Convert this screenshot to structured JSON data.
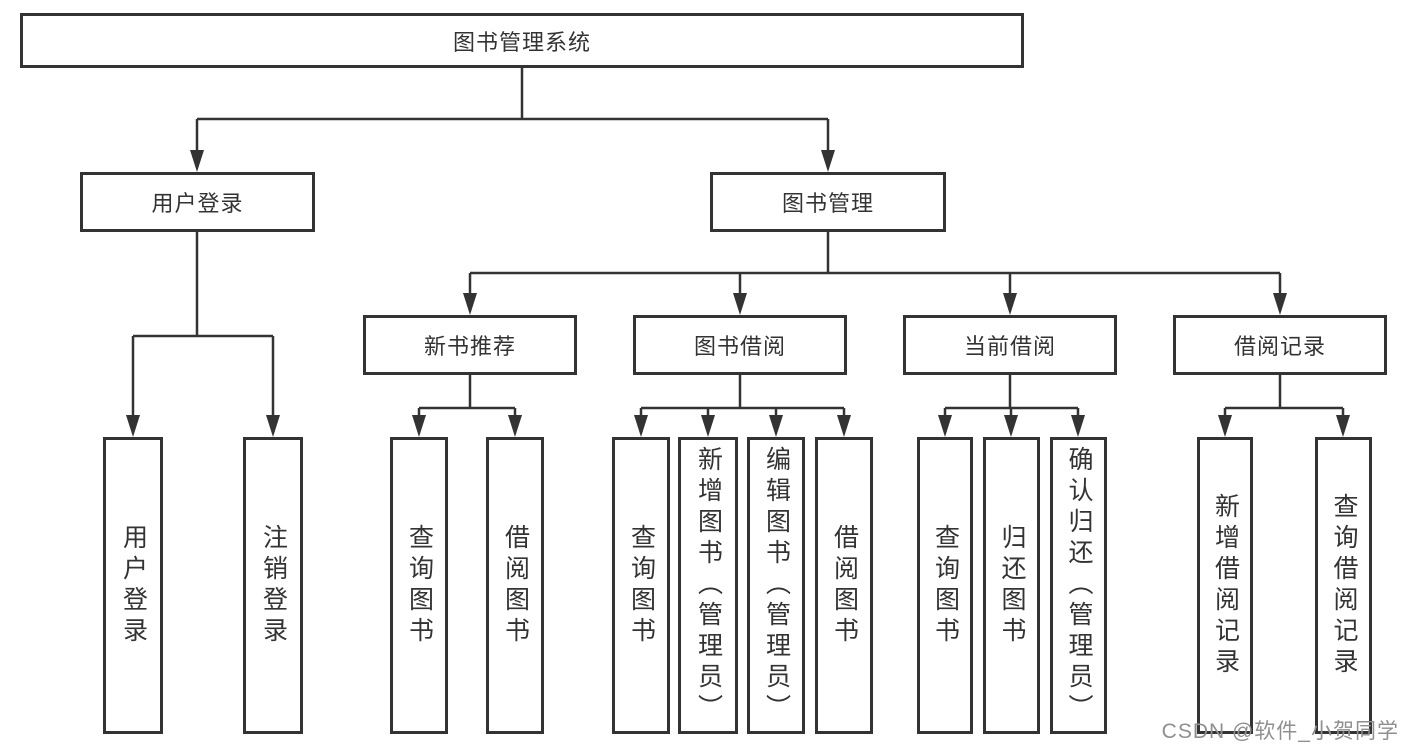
{
  "tree": {
    "root": {
      "label": "图书管理系统"
    },
    "branches": [
      {
        "label": "用户登录",
        "children": [
          {
            "label": "用户登录"
          },
          {
            "label": "注销登录"
          }
        ]
      },
      {
        "label": "图书管理",
        "children": [
          {
            "label": "新书推荐",
            "children": [
              {
                "label": "查询图书"
              },
              {
                "label": "借阅图书"
              }
            ]
          },
          {
            "label": "图书借阅",
            "children": [
              {
                "label": "查询图书"
              },
              {
                "label": "新增图书（管理员）"
              },
              {
                "label": "编辑图书（管理员）"
              },
              {
                "label": "借阅图书"
              }
            ]
          },
          {
            "label": "当前借阅",
            "children": [
              {
                "label": "查询图书"
              },
              {
                "label": "归还图书"
              },
              {
                "label": "确认归还（管理员）"
              }
            ]
          },
          {
            "label": "借阅记录",
            "children": [
              {
                "label": "新增借阅记录"
              },
              {
                "label": "查询借阅记录"
              }
            ]
          }
        ]
      }
    ]
  },
  "watermark": {
    "text": "CSDN @软件_小贺同学"
  },
  "colors": {
    "line": "#333333",
    "text": "#333333",
    "watermark": "#8f8f8f",
    "background": "#ffffff"
  }
}
